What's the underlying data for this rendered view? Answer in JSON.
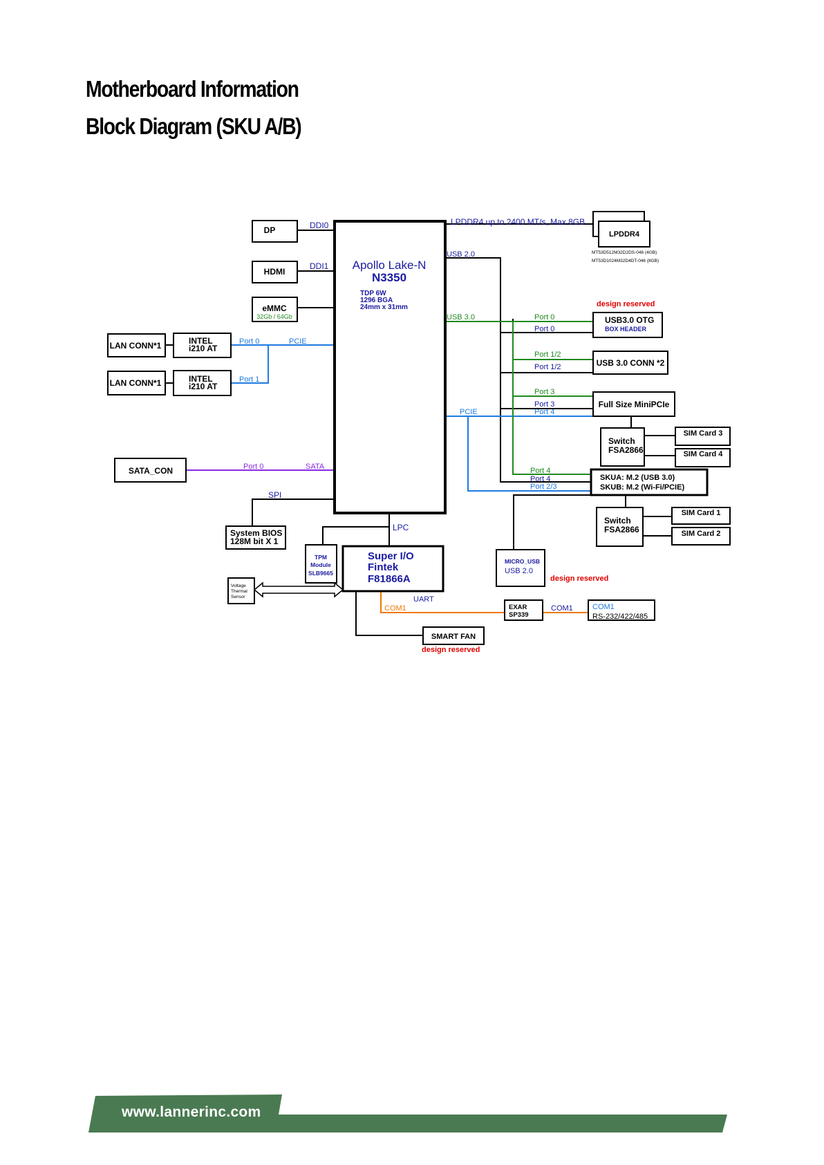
{
  "title": "Motherboard Information",
  "subtitle": "Block Diagram (SKU A/B)",
  "footer_url": "www.lannerinc.com",
  "colors": {
    "footer": "#4a7a52",
    "green_line": "#1f8a1f",
    "blue_line": "#1e7be0",
    "purple_line": "#8a2be2",
    "orange_line": "#f07800",
    "reserved_text": "#e00000",
    "label_navy": "#1a1aa0"
  },
  "diagram": {
    "cpu": {
      "name": "Apollo Lake-N",
      "model": "N3350",
      "spec1": "TDP 6W",
      "spec2": "1296 BGA",
      "spec3": "24mm x 31mm"
    },
    "dp": "DP",
    "ddi0": "DDI0",
    "hdmi": "HDMI",
    "ddi1": "DDI1",
    "emmc": "eMMC",
    "emmc_size": "32Gb / 64Gb",
    "lan1": "LAN CONN*1",
    "lan2": "LAN CONN*1",
    "intel1_a": "INTEL",
    "intel1_b": "i210 AT",
    "intel2_a": "INTEL",
    "intel2_b": "i210 AT",
    "lan_port0": "Port 0",
    "lan_port1": "Port 1",
    "pcie_lan": "PCIE",
    "lpddr_bus": "LPDDR4 up to 2400 MT/s, Max 8GB",
    "lpddr4": "LPDDR4",
    "lpddr_part1": "MT53D512M32D2DS-046 (4GB)",
    "lpddr_part2": "MT53D1024M32D4DT-046 (8GB)",
    "usb20": "USB 2.0",
    "usb30": "USB 3.0",
    "design_reserved_1": "design reserved",
    "otg_port0_green": "Port 0",
    "otg_port0_blue": "Port 0",
    "usb3otg": "USB3.0 OTG",
    "box_header": "BOX HEADER",
    "conn_port12_green": "Port 1/2",
    "conn_port12_blue": "Port 1/2",
    "usb3conn": "USB 3.0 CONN *2",
    "mpcie_port3_green": "Port 3",
    "mpcie_port3_blue": "Port 3",
    "mpcie_port4_lb": "Port 4",
    "pcie_right": "PCIE",
    "minipcie": "Full Size MiniPCIe",
    "switch_top_a": "Switch",
    "switch_top_b": "FSA2866",
    "sim3": "SIM Card 3",
    "sim4": "SIM Card 4",
    "m2_port4_green": "Port 4",
    "m2_port4_blue": "Port 4",
    "m2_port23": "Port 2/3",
    "skua": "SKUA: M.2 (USB 3.0)",
    "skub": "SKUB: M.2 (Wi-Fi/PCIE)",
    "switch_bot_a": "Switch",
    "switch_bot_b": "FSA2866",
    "sim1": "SIM Card 1",
    "sim2": "SIM Card 2",
    "sata_con": "SATA_CON",
    "sata_port0": "Port 0",
    "sata": "SATA",
    "spi": "SPI",
    "bios_a": "System BIOS",
    "bios_b": "128M bit X 1",
    "lpc": "LPC",
    "tpm_a": "TPM",
    "tpm_b": "Module",
    "tpm_c": "SLB9665",
    "sio_a": "Super I/O",
    "sio_b": "Fintek",
    "sio_c": "F81866A",
    "sensor_a": "Voltage",
    "sensor_b": "Thermal",
    "sensor_c": "Sensor",
    "micro_usb_a": "MICRO_USB",
    "micro_usb_b": "USB 2.0",
    "design_reserved_2": "design reserved",
    "uart": "UART",
    "com1_orange": "COM1",
    "exar_a": "EXAR",
    "exar_b": "SP339",
    "com1_blue": "COM1",
    "com1_box_a": "COM1",
    "com1_box_b": "RS-232/422/485",
    "smart_fan": "SMART FAN",
    "design_reserved_3": "design reserved"
  }
}
